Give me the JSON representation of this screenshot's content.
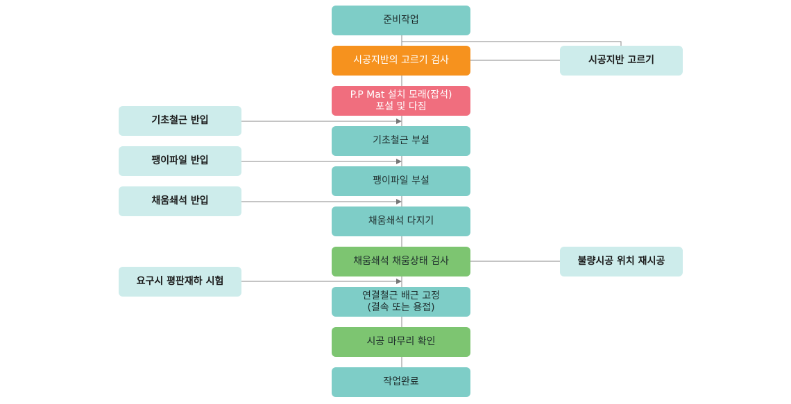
{
  "diagram": {
    "colors": {
      "teal": "#7ecdc7",
      "orange": "#f6921e",
      "pink": "#f06e7e",
      "green": "#7dc571",
      "side_box": "#cdeceb",
      "line": "#888888"
    },
    "steps": [
      {
        "id": "prep",
        "label": "준비작업",
        "color": "teal"
      },
      {
        "id": "ground-check",
        "label": "시공지반의 고르기 검사",
        "color": "orange"
      },
      {
        "id": "pp-mat",
        "label": "P.P Mat 설치 모래(잡석)\n포설 및 다짐",
        "color": "pink"
      },
      {
        "id": "rebar-lay",
        "label": "기초철근 부설",
        "color": "teal"
      },
      {
        "id": "pile-lay",
        "label": "팽이파일 부설",
        "color": "teal"
      },
      {
        "id": "stone-compact",
        "label": "채움쇄석 다지기",
        "color": "teal"
      },
      {
        "id": "fill-check",
        "label": "채움쇄석 채움상태 검사",
        "color": "green"
      },
      {
        "id": "connect-rebar",
        "label": "연결철근 배근 고정\n(결속 또는 용접)",
        "color": "teal"
      },
      {
        "id": "finish-check",
        "label": "시공 마무리 확인",
        "color": "green"
      },
      {
        "id": "done",
        "label": "작업완료",
        "color": "teal"
      }
    ],
    "left_inputs": [
      {
        "id": "rebar-in",
        "label": "기초철근 반입",
        "target": "rebar-lay"
      },
      {
        "id": "pile-in",
        "label": "팽이파일 반입",
        "target": "pile-lay"
      },
      {
        "id": "stone-in",
        "label": "채움쇄석 반입",
        "target": "stone-compact"
      },
      {
        "id": "plate-test",
        "label": "요구시 평판재하 시험",
        "target": "connect-rebar"
      }
    ],
    "right_notes": [
      {
        "id": "ground-level",
        "label": "시공지반 고르기",
        "from": "ground-check"
      },
      {
        "id": "rework",
        "label": "불량시공 위치 재시공",
        "from": "fill-check"
      }
    ]
  }
}
